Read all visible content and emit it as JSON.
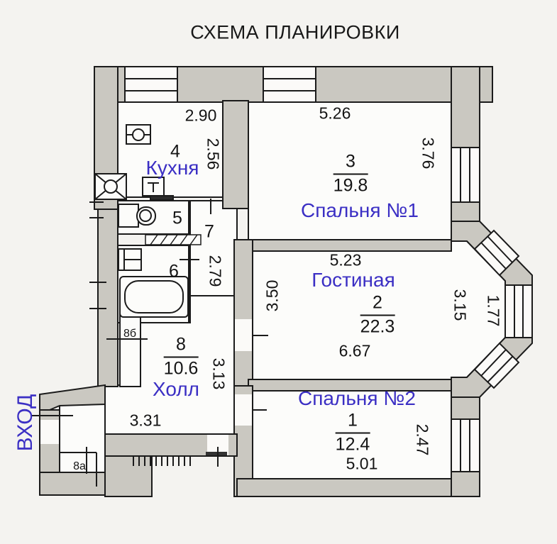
{
  "title": "СХЕМА ПЛАНИРОВКИ",
  "colors": {
    "wall": "#cac8c1",
    "outline": "#1b1b1b",
    "room_fill": "#fcfcfa",
    "background": "#f4f3f0",
    "label_blue": "#3b2fc4",
    "label_black": "#151515"
  },
  "entrance": {
    "label": "ВХОД"
  },
  "rooms": {
    "kitchen": {
      "number": "4",
      "name": "Кухня",
      "dim_width": "2.90",
      "dim_height": "2.56"
    },
    "bedroom1": {
      "number": "3",
      "name": "Спальня №1",
      "area": "19.8",
      "dim_width": "5.26",
      "dim_height": "3.76"
    },
    "living": {
      "number": "2",
      "name": "Гостиная",
      "area": "22.3",
      "dim_top": "5.23",
      "dim_bottom": "6.67",
      "dim_left": "3.50",
      "dim_right": "3.15",
      "dim_bay": "1.77"
    },
    "bedroom2": {
      "number": "1",
      "name": "Спальня №2",
      "area": "12.4",
      "dim_bottom": "5.01",
      "dim_height": "2.47"
    },
    "hall": {
      "number": "8",
      "name": "Холл",
      "area": "10.6",
      "dim_bottom": "3.31",
      "dim_height": "3.13"
    },
    "wc": {
      "number": "5"
    },
    "bathroom": {
      "number": "6"
    },
    "corridor": {
      "number": "7",
      "dim_height": "2.79"
    },
    "closet_a": {
      "number": "8а"
    },
    "closet_b": {
      "number": "8б"
    }
  },
  "fixtures": [
    "kitchen-sink-icon",
    "stove-icon",
    "vent-fan-icon",
    "toilet-icon",
    "washbasin-icon",
    "bathtub-icon"
  ]
}
